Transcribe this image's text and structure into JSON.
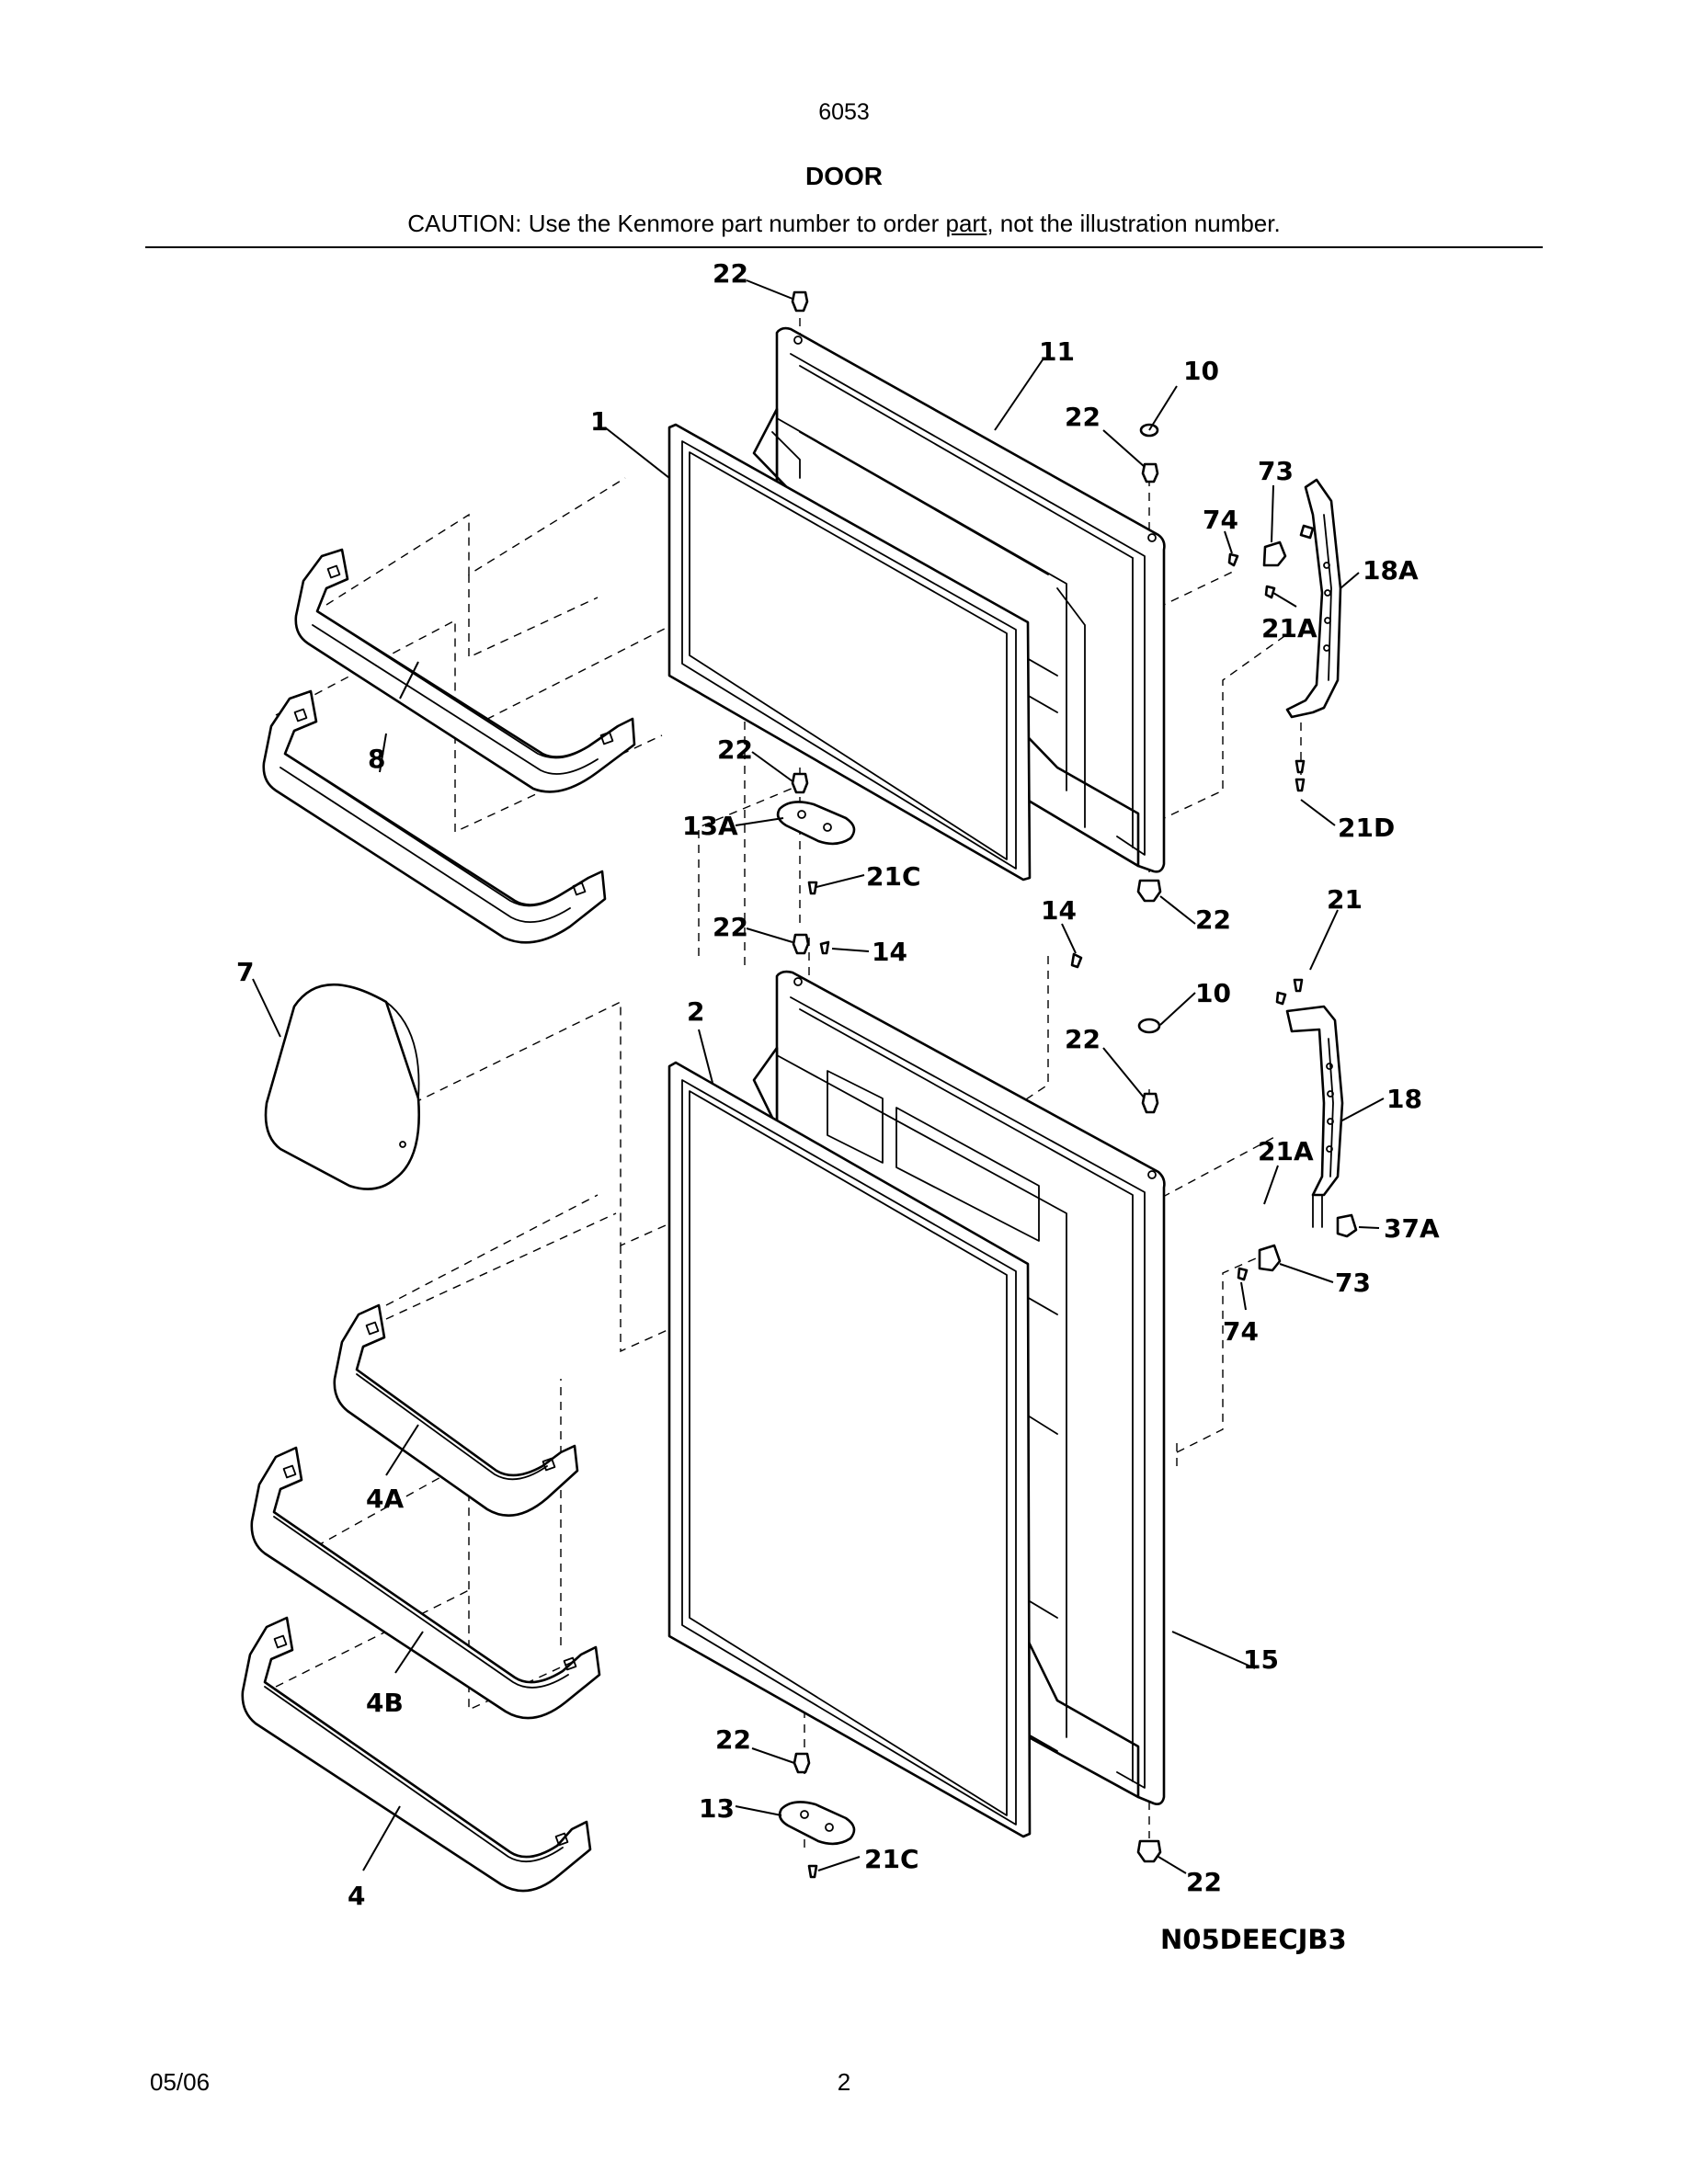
{
  "header": {
    "model": "6053",
    "title": "DOOR",
    "caution_before": "CAUTION: Use the Kenmore part number to order ",
    "caution_underlined": "part",
    "caution_after": ", not the illustration number."
  },
  "labels": {
    "l22_a": "22",
    "l11": "11",
    "l10_a": "10",
    "l22_b": "22",
    "l1": "1",
    "l73_a": "73",
    "l74_a": "74",
    "l18A": "18A",
    "l21A_a": "21A",
    "l8": "8",
    "l22_c": "22",
    "l13A": "13A",
    "l21C_a": "21C",
    "l21D": "21D",
    "l14_a": "14",
    "l22_d": "22",
    "l21": "21",
    "l22_e": "22",
    "l14_b": "14",
    "l7": "7",
    "l2": "2",
    "l10_b": "10",
    "l22_f": "22",
    "l18": "18",
    "l21A_b": "21A",
    "l37A": "37A",
    "l73_b": "73",
    "l74_b": "74",
    "l4A": "4A",
    "l4B": "4B",
    "l15": "15",
    "l22_g": "22",
    "l13": "13",
    "l21C_b": "21C",
    "l4": "4",
    "l22_h": "22"
  },
  "diagram_code": "N05DEECJB3",
  "footer": {
    "date": "05/06",
    "page": "2"
  }
}
